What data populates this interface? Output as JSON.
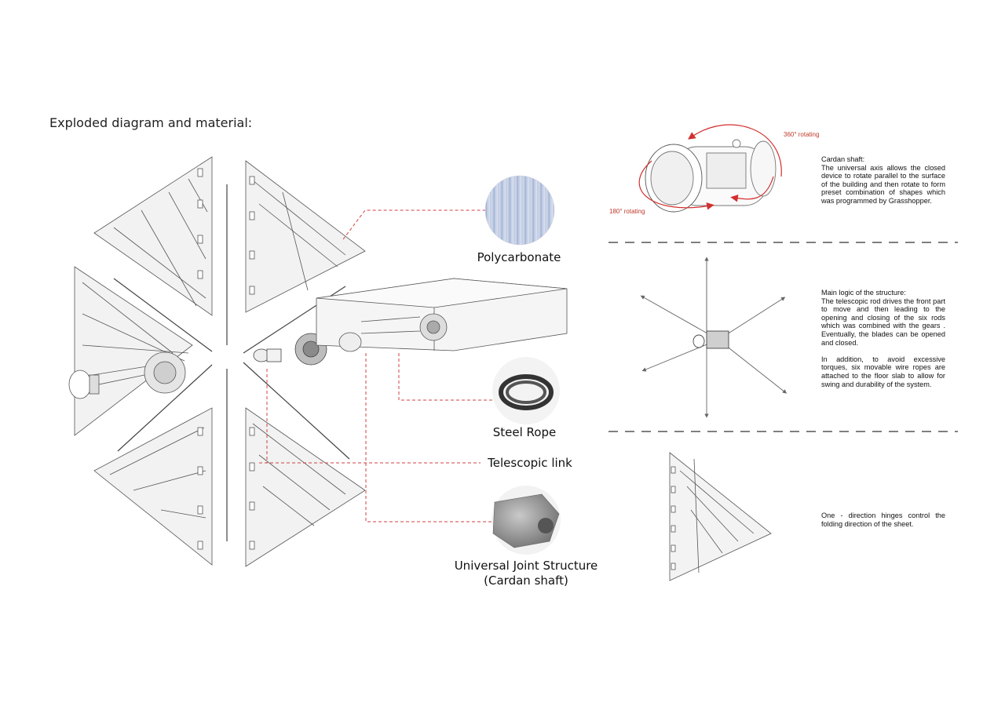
{
  "title": "Exploded diagram and material:",
  "materials": {
    "polycarbonate": "Polycarbonate",
    "steel_rope": "Steel Rope",
    "telescopic_link": "Telescopic link",
    "universal_joint_line1": "Universal Joint Structure",
    "universal_joint_line2": "(Cardan shaft)"
  },
  "annotations": {
    "rot360": "360° rotating",
    "rot180": "180° rotating"
  },
  "descriptions": {
    "cardan": {
      "heading": "Cardan shaft:",
      "body": "The universal axis allows the closed device to rotate parallel to the surface of the building and then rotate to form preset combination of shapes which was programmed by Grasshopper."
    },
    "logic": {
      "heading": "Main logic of the structure:",
      "body": "The telescopic rod drives the front part to move and then leading to the opening and closing of the six rods which was combined with the gears . Eventually, the blades can be opened and closed.",
      "body2": "In addition, to avoid excessive torques, six movable wire ropes are attached to the floor slab to allow for swing and durability of the system."
    },
    "hinges": {
      "body": "One - direction hinges control the folding direction of the sheet."
    }
  },
  "colors": {
    "leader_line": "#d04040",
    "rotation_arrow": "#d32f2f",
    "line_art": "#555555"
  }
}
